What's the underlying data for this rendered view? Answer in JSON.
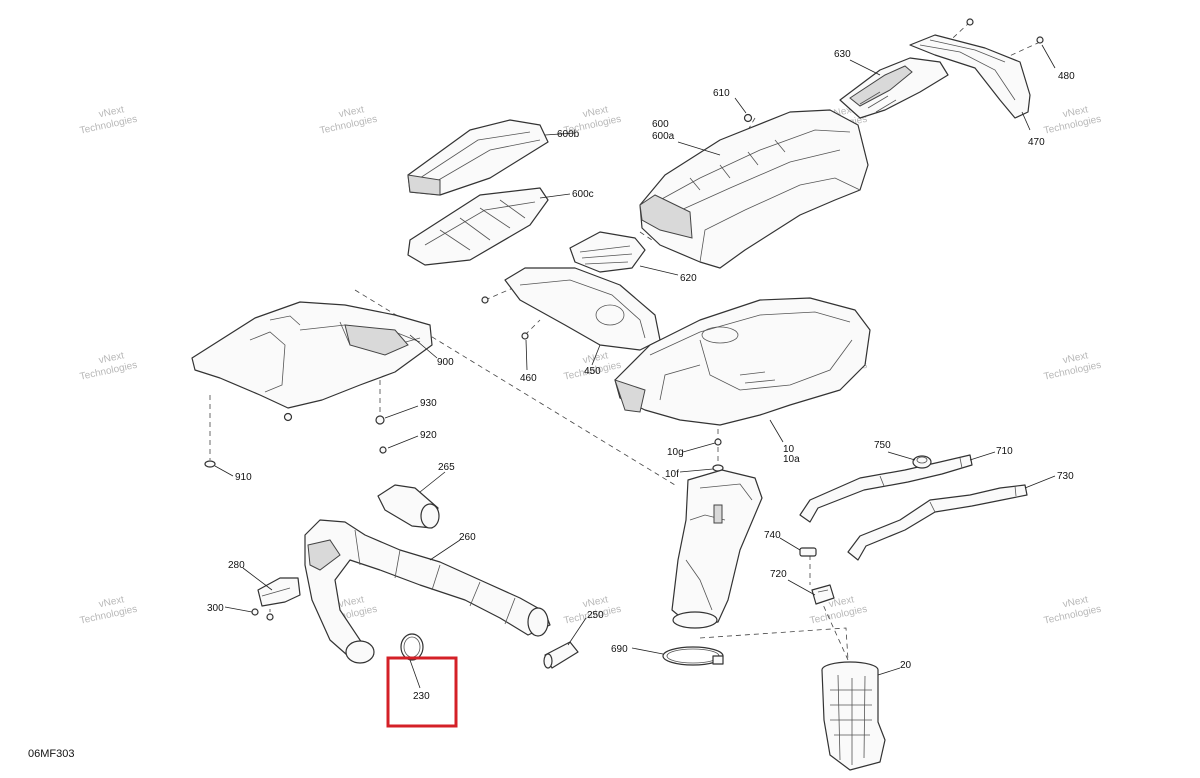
{
  "diagram": {
    "reference_code": "06MF303",
    "watermark_line1": "vNext",
    "watermark_line2": "Technologies",
    "highlight_color": "#d42027",
    "callouts": {
      "c480": "480",
      "c470": "470",
      "c630": "630",
      "c610": "610",
      "c600": "600",
      "c600a": "600a",
      "c600b": "600b",
      "c600c": "600c",
      "c620": "620",
      "c460": "460",
      "c450": "450",
      "c900": "900",
      "c930": "930",
      "c920": "920",
      "c910": "910",
      "c10g": "10g",
      "c10f": "10f",
      "c10": "10",
      "c10a": "10a",
      "c750": "750",
      "c710": "710",
      "c730": "730",
      "c740": "740",
      "c720": "720",
      "c265": "265",
      "c260": "260",
      "c280": "280",
      "c300": "300",
      "c250": "250",
      "c690": "690",
      "c230": "230",
      "c20": "20"
    }
  }
}
